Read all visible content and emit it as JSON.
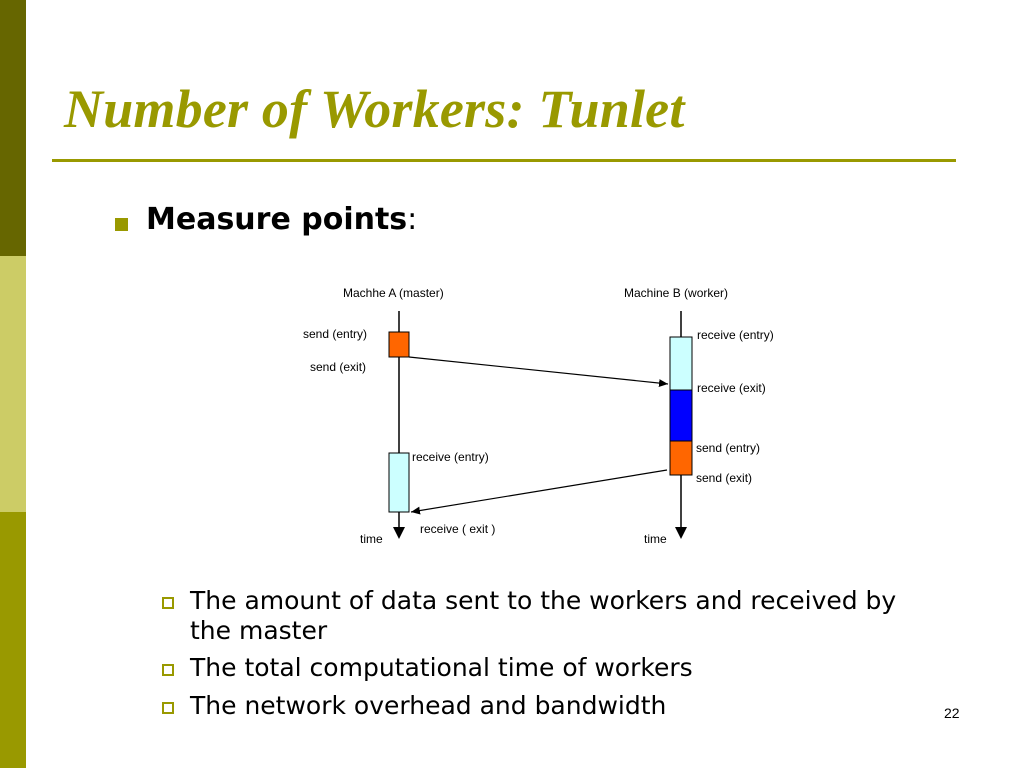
{
  "slide": {
    "title": "Number of Workers: Tunlet",
    "heading": "Measure points",
    "heading_colon": ":",
    "page_number": "22",
    "colors": {
      "accent": "#999900",
      "dark": "#666600",
      "light": "#cccc66"
    }
  },
  "diagram": {
    "machine_a_label": "Machhe A (master)",
    "machine_b_label": "Machine B (worker)",
    "a_send_entry": "send (entry)",
    "a_send_exit": "send (exit)",
    "a_receive_entry": "receive (entry)",
    "a_receive_exit": "receive ( exit )",
    "a_time": "time",
    "b_receive_entry": "receive (entry)",
    "b_receive_exit": "receive (exit)",
    "b_send_entry": "send (entry)",
    "b_send_exit": "send (exit)",
    "b_time": "time",
    "colors": {
      "send": "#ff6600",
      "receive": "#ccffff",
      "compute": "#0000ff"
    }
  },
  "bullets": [
    {
      "line1": "The amount of data sent to the workers and received by",
      "line2": "the master"
    },
    {
      "line1": "The total computational time of workers"
    },
    {
      "line1": "The network overhead and bandwidth"
    }
  ]
}
